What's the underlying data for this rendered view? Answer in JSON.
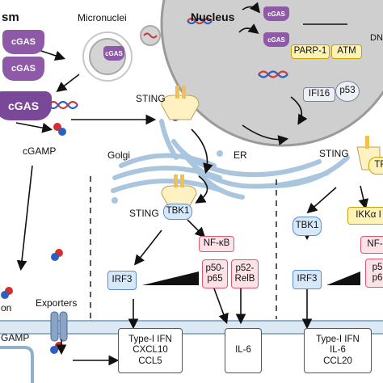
{
  "labels": {
    "cytosol_partial": "sm",
    "nucleus": "Nucleus",
    "dna_partial": "DN",
    "micronuclei": "Micronuclei",
    "cgamp": "cGAMP",
    "golgi": "Golgi",
    "er": "ER",
    "exporters": "Exporters",
    "import_partial": "on",
    "cgamp_bottom_partial": "GAMP"
  },
  "cgas": {
    "small": "cGAS",
    "large": "cGAS"
  },
  "nucleus_boxes": {
    "parp1": "PARP-1",
    "atm": "ATM",
    "ifi16": "IFI16",
    "p53": "p53"
  },
  "sting": {
    "er_label": "STING",
    "golgi_label": "STING",
    "right_label": "STING",
    "tbk1": "TBK1",
    "traf_partial": "TR"
  },
  "left_pathway": {
    "nfkb": "NF-κB",
    "irf3": "IRF3",
    "p50_p65": "p50-\np65",
    "p52_relb": "p52-\nRelB"
  },
  "right_pathway": {
    "tbk1": "TBK1",
    "ikk_partial": "IKKα I",
    "nf_partial": "NF-",
    "irf3": "IRF3",
    "p5_partial": "p5\np6"
  },
  "outputs": {
    "left": "Type-I IFN\nCXCL10\nCCL5",
    "middle": "IL-6",
    "right": "Type-I IFN\nIL-6\nCCL20"
  },
  "colors": {
    "cgas": "#8e5aa8",
    "tbk1": "#d7e8fb",
    "nfkb": "#fde3e7",
    "nucleus": "#c9c9c9",
    "membrane": "#c7dcec",
    "red_molecule": "#d62d2d",
    "blue_molecule": "#2b5fc0"
  }
}
